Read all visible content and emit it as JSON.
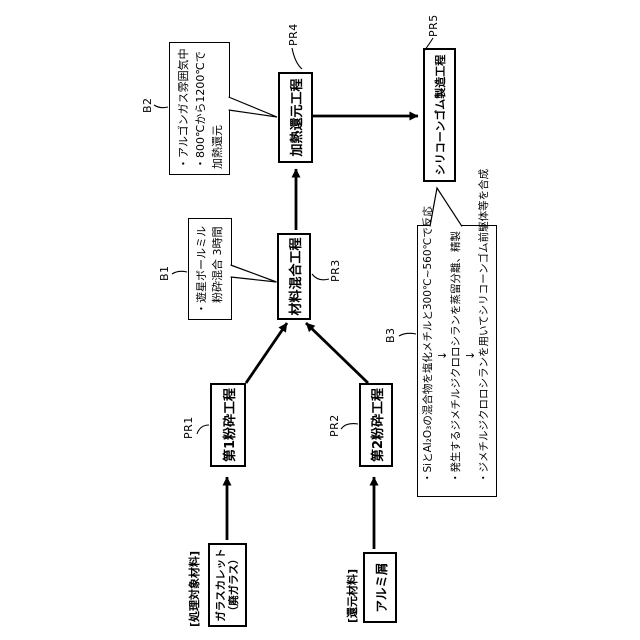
{
  "boxes": {
    "source1": {
      "category_label": "[処理対象材料]",
      "line1": "ガラスカレット",
      "line2": "（廃ガラス）"
    },
    "source2": {
      "category_label": "[還元材料]",
      "line1": "アルミ屑"
    },
    "pr1": {
      "ref": "PR1",
      "label": "第1粉砕工程"
    },
    "pr2": {
      "ref": "PR2",
      "label": "第2粉砕工程"
    },
    "pr3": {
      "ref": "PR3",
      "label": "材料混合工程"
    },
    "pr4": {
      "ref": "PR4",
      "label": "加熱還元工程"
    },
    "pr5": {
      "ref": "PR5",
      "label": "シリコーンゴム製造工程"
    }
  },
  "notes": {
    "b1": {
      "ref": "B1",
      "lines": [
        "・遊星ボールミル",
        "粉砕混合 3時間"
      ]
    },
    "b2": {
      "ref": "B2",
      "lines": [
        "・アルゴンガス雰囲気中",
        "・800℃から1200℃で",
        "加熱還元"
      ]
    },
    "b3": {
      "ref": "B3",
      "lines": [
        "・SiとAl₂O₃の混合物を塩化メチルと300℃~560℃で反応",
        "↓",
        "・発生するジメチルジクロロシランを蒸留分離、精製",
        "↓",
        "・ジメチルジクロロシランを用いてシリコーンゴム前駆体等を合成"
      ]
    }
  },
  "colors": {
    "ink": "#000000",
    "paper": "#ffffff"
  }
}
